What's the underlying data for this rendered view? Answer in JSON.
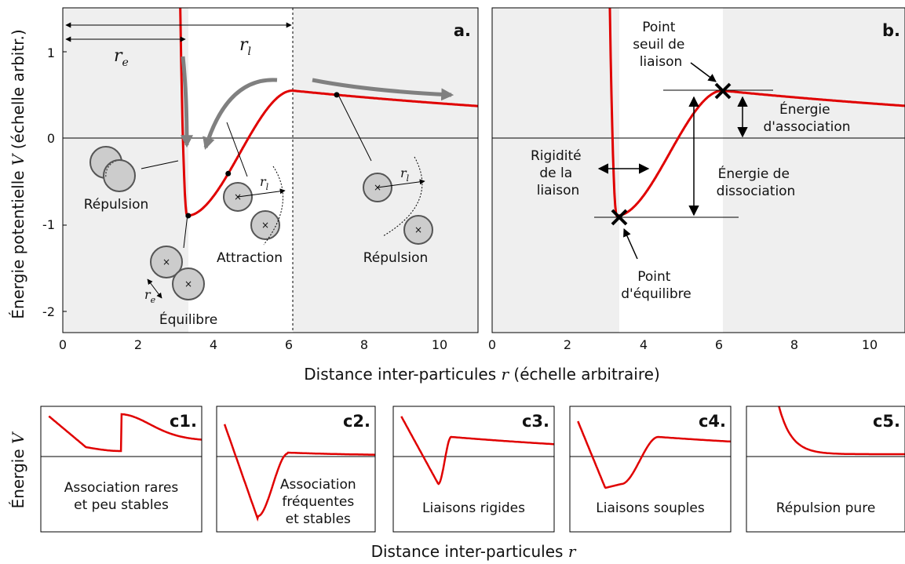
{
  "colors": {
    "curve": "#e00000",
    "arrow_gray": "#808080",
    "shade": "#efefef",
    "particle_fill": "#cccccc",
    "particle_stroke": "#555555"
  },
  "axes": {
    "ylabel_prefix": "Énergie potentielle ",
    "ylabel_var": "V",
    "ylabel_suffix": " (échelle arbitr.)",
    "xlabel_prefix": "Distance inter-particules ",
    "xlabel_var": "r",
    "xlabel_suffix": " (échelle arbitraire)",
    "xticks": [
      "0",
      "2",
      "4",
      "6",
      "8",
      "10"
    ],
    "yticks": [
      "1",
      "0",
      "-1",
      "-2"
    ]
  },
  "panel_a": {
    "tag": "a.",
    "re_label": "r",
    "re_sub": "e",
    "rl_label": "r",
    "rl_sub": "l",
    "repulsion_short": "Répulsion",
    "equilibrium": "Équilibre",
    "attraction": "Attraction",
    "repulsion_long": "Répulsion"
  },
  "panel_b": {
    "tag": "b.",
    "threshold": [
      "Point",
      "seuil de",
      "liaison"
    ],
    "association": [
      "Énergie",
      "d'association"
    ],
    "stiffness": [
      "Rigidité",
      "de la",
      "liaison"
    ],
    "dissociation": [
      "Énergie de",
      "dissociation"
    ],
    "equilibrium_point": [
      "Point",
      "d'équilibre"
    ]
  },
  "bottom": {
    "ylabel_prefix": "Énergie ",
    "ylabel_var": "V",
    "xlabel_prefix": "Distance inter-particules ",
    "xlabel_var": "r",
    "panels": [
      {
        "tag": "c1.",
        "caption": [
          "Association rares",
          "et peu stables"
        ]
      },
      {
        "tag": "c2.",
        "caption": [
          "Association",
          "fréquentes",
          "et stables"
        ]
      },
      {
        "tag": "c3.",
        "caption": [
          "Liaisons rigides"
        ]
      },
      {
        "tag": "c4.",
        "caption": [
          "Liaisons souples"
        ]
      },
      {
        "tag": "c5.",
        "caption": [
          "Répulsion pure"
        ]
      }
    ]
  }
}
